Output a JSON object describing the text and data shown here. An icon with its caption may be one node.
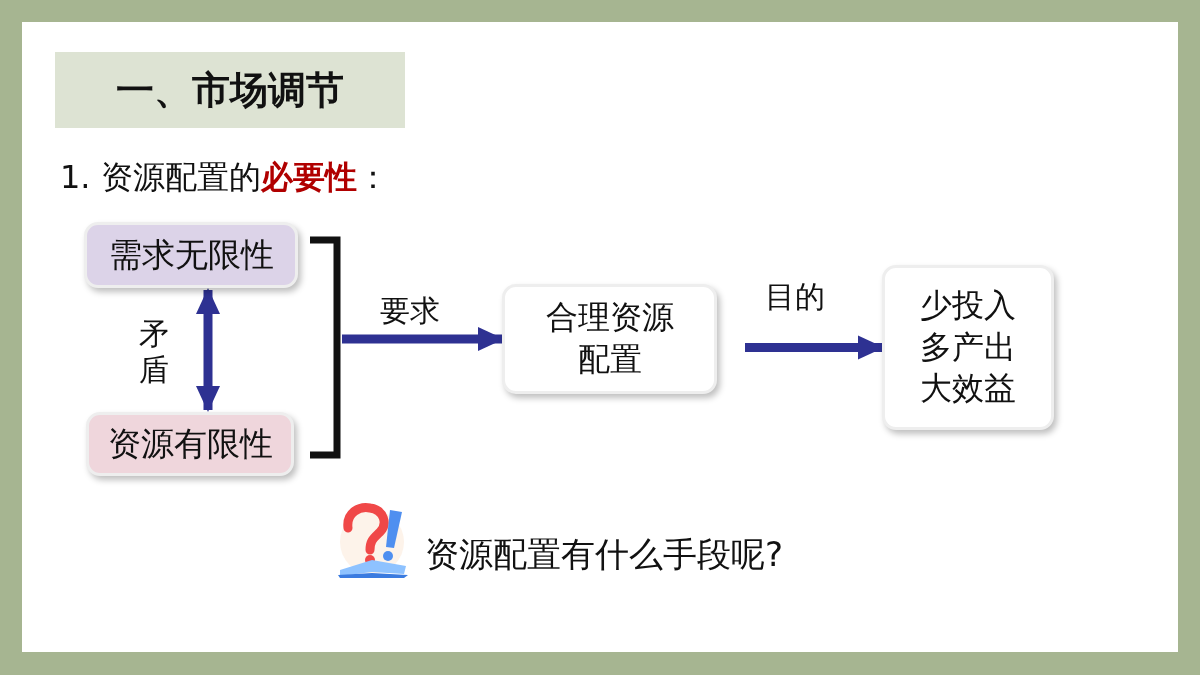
{
  "diagram": {
    "title": "一、市场调节",
    "nodes": [
      {
        "text": [
          "需求无限性"
        ]
      },
      {
        "text": [
          "资源有限性"
        ]
      },
      {
        "text": [],
        "shape": "bracket"
      },
      {
        "text": [
          "合理资源配置"
        ]
      },
      {
        "text": [
          "少投入多产出大效益"
        ]
      }
    ],
    "edges": [
      {
        "from": 0,
        "to": 1,
        "arrow": "both",
        "label": "矛盾"
      },
      {
        "from": 2,
        "to": 3,
        "arrow": "to",
        "label": "要求"
      },
      {
        "from": 3,
        "to": 4,
        "arrow": "to",
        "label": "目的"
      }
    ],
    "labels": [
      "1. 资源配置的**必要性**：",
      "资源配置有什么手段呢?"
    ]
  }
}
